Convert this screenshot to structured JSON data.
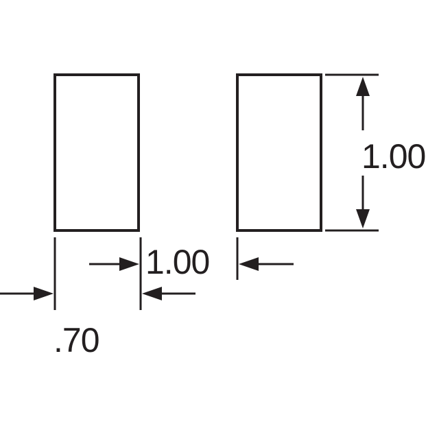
{
  "diagram": {
    "labels": {
      "height": "1.00",
      "gap": "1.00",
      "width": ".70"
    },
    "colors": {
      "stroke": "#231f20",
      "background": "#ffffff"
    }
  }
}
